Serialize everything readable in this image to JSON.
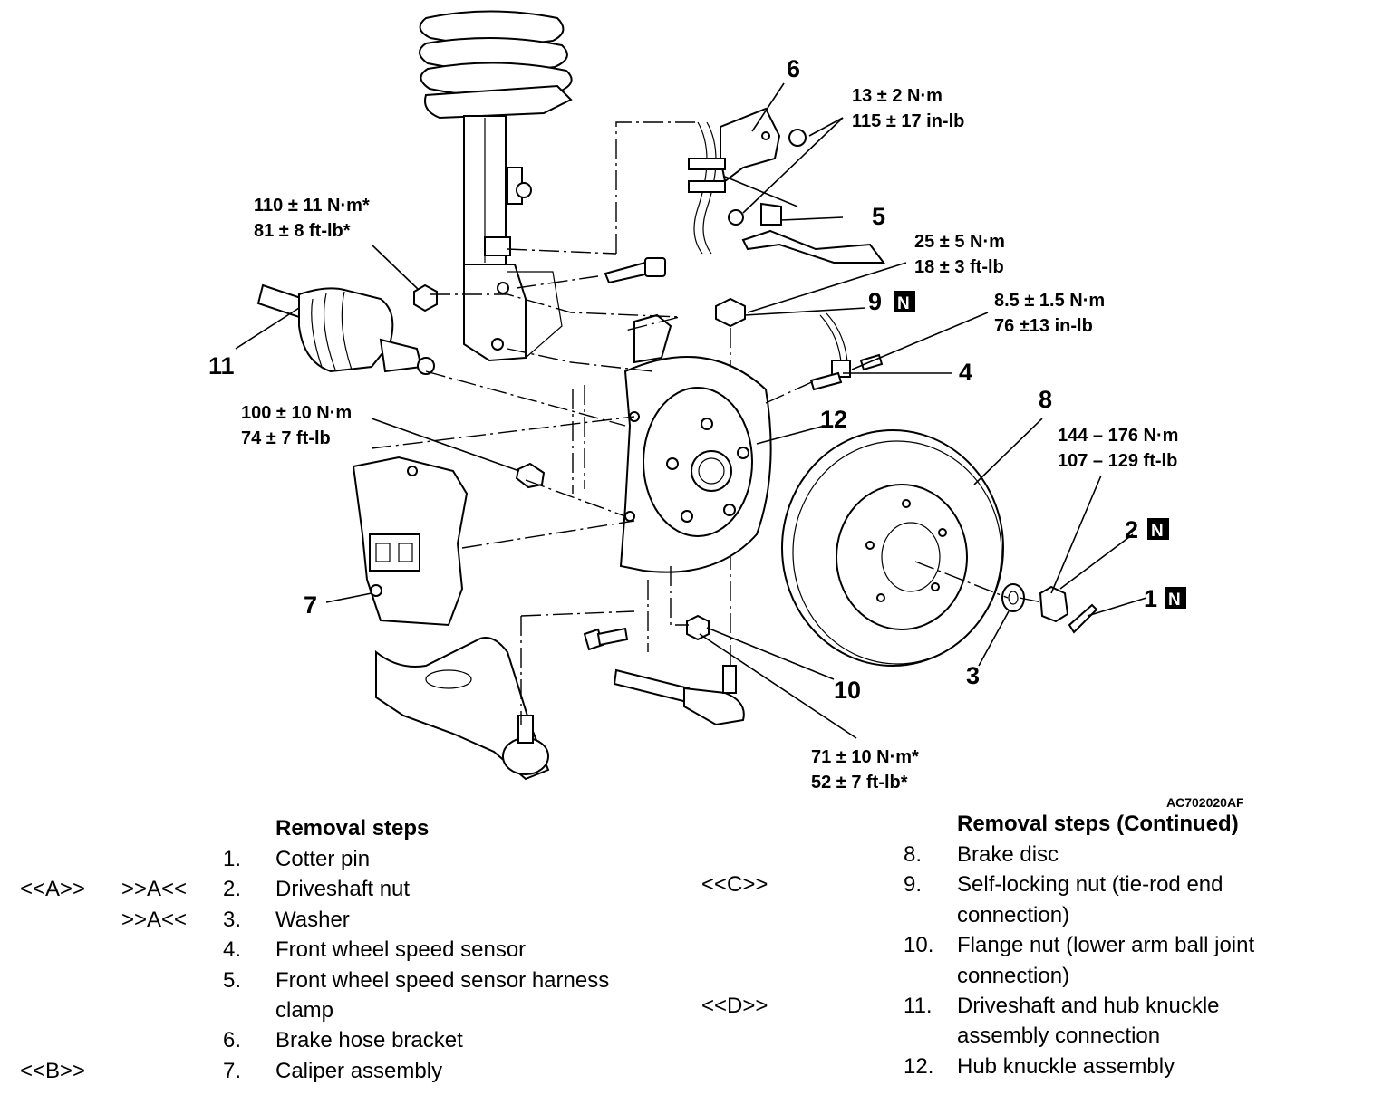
{
  "figure_code": "AC702020AF",
  "callouts": {
    "p1": "1",
    "p2": "2",
    "p3": "3",
    "p4": "4",
    "p5": "5",
    "p6": "6",
    "p7": "7",
    "p8": "8",
    "p9": "9",
    "p10": "10",
    "p11": "11",
    "p12": "12",
    "n_badge": "N"
  },
  "torques": {
    "t_bracket": [
      "13 ± 2 N·m",
      "115 ± 17 in-lb"
    ],
    "t_strut": [
      "110 ± 11 N·m*",
      "81 ± 8 ft-lb*"
    ],
    "t_tierod_nut": [
      "25 ± 5 N·m",
      "18 ± 3 ft-lb"
    ],
    "t_sensor": [
      "8.5 ± 1.5 N·m",
      "76 ±13 in-lb"
    ],
    "t_caliper": [
      "100 ± 10 N·m",
      "74 ± 7 ft-lb"
    ],
    "t_driveshaft": [
      "144 – 176 N·m",
      "107 – 129 ft-lb"
    ],
    "t_flange": [
      "71 ± 10 N·m*",
      "52 ± 7 ft-lb*"
    ]
  },
  "removal_left": {
    "title": "Removal steps",
    "rows": [
      {
        "c1": "",
        "c2": "",
        "n": "1.",
        "text": "Cotter pin"
      },
      {
        "c1": "<<A>>",
        "c2": ">>A<<",
        "n": "2.",
        "text": "Driveshaft nut"
      },
      {
        "c1": "",
        "c2": ">>A<<",
        "n": "3.",
        "text": "Washer"
      },
      {
        "c1": "",
        "c2": "",
        "n": "4.",
        "text": "Front wheel speed sensor"
      },
      {
        "c1": "",
        "c2": "",
        "n": "5.",
        "text": "Front wheel speed sensor harness"
      },
      {
        "c1": "",
        "c2": "",
        "n": "",
        "text": "clamp"
      },
      {
        "c1": "",
        "c2": "",
        "n": "6.",
        "text": "Brake hose bracket"
      },
      {
        "c1": "<<B>>",
        "c2": "",
        "n": "7.",
        "text": "Caliper assembly"
      }
    ]
  },
  "removal_right": {
    "title": "Removal steps (Continued)",
    "rows": [
      {
        "c1": "",
        "n": "8.",
        "text": "Brake disc"
      },
      {
        "c1": "<<C>>",
        "n": "9.",
        "text": "Self-locking nut (tie-rod end"
      },
      {
        "c1": "",
        "n": "",
        "text": "connection)"
      },
      {
        "c1": "",
        "n": "10.",
        "text": "Flange nut (lower arm ball joint"
      },
      {
        "c1": "",
        "n": "",
        "text": "connection)"
      },
      {
        "c1": "<<D>>",
        "n": "11.",
        "text": "Driveshaft and hub knuckle"
      },
      {
        "c1": "",
        "n": "",
        "text": "assembly connection"
      },
      {
        "c1": "",
        "n": "12.",
        "text": "Hub knuckle assembly"
      }
    ]
  }
}
